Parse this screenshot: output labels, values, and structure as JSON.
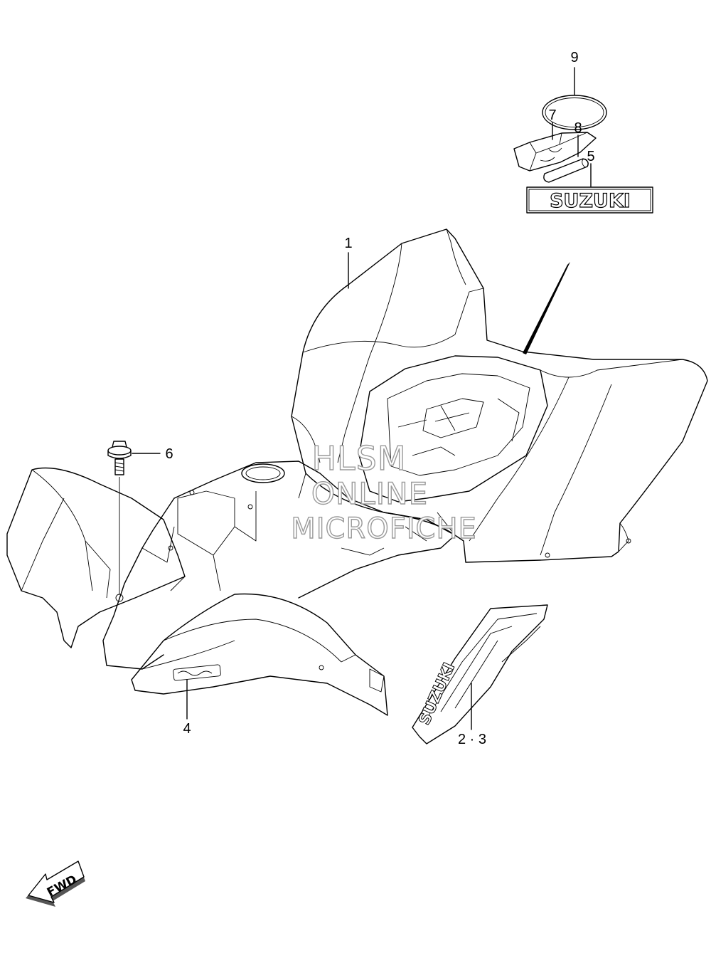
{
  "callouts": {
    "c1": "1",
    "c23": "2 · 3",
    "c4": "4",
    "c5": "5",
    "c6": "6",
    "c7": "7",
    "c8": "8",
    "c9": "9"
  },
  "emblem_text": "SUZUKI",
  "decal_text": "SUZUKI",
  "fwd_arrow": {
    "label": "FWD",
    "icon": "forward-arrow-icon"
  },
  "watermark": {
    "line1": "HLSM",
    "line2": "ONLINE",
    "line3": "MICROFICHE"
  }
}
